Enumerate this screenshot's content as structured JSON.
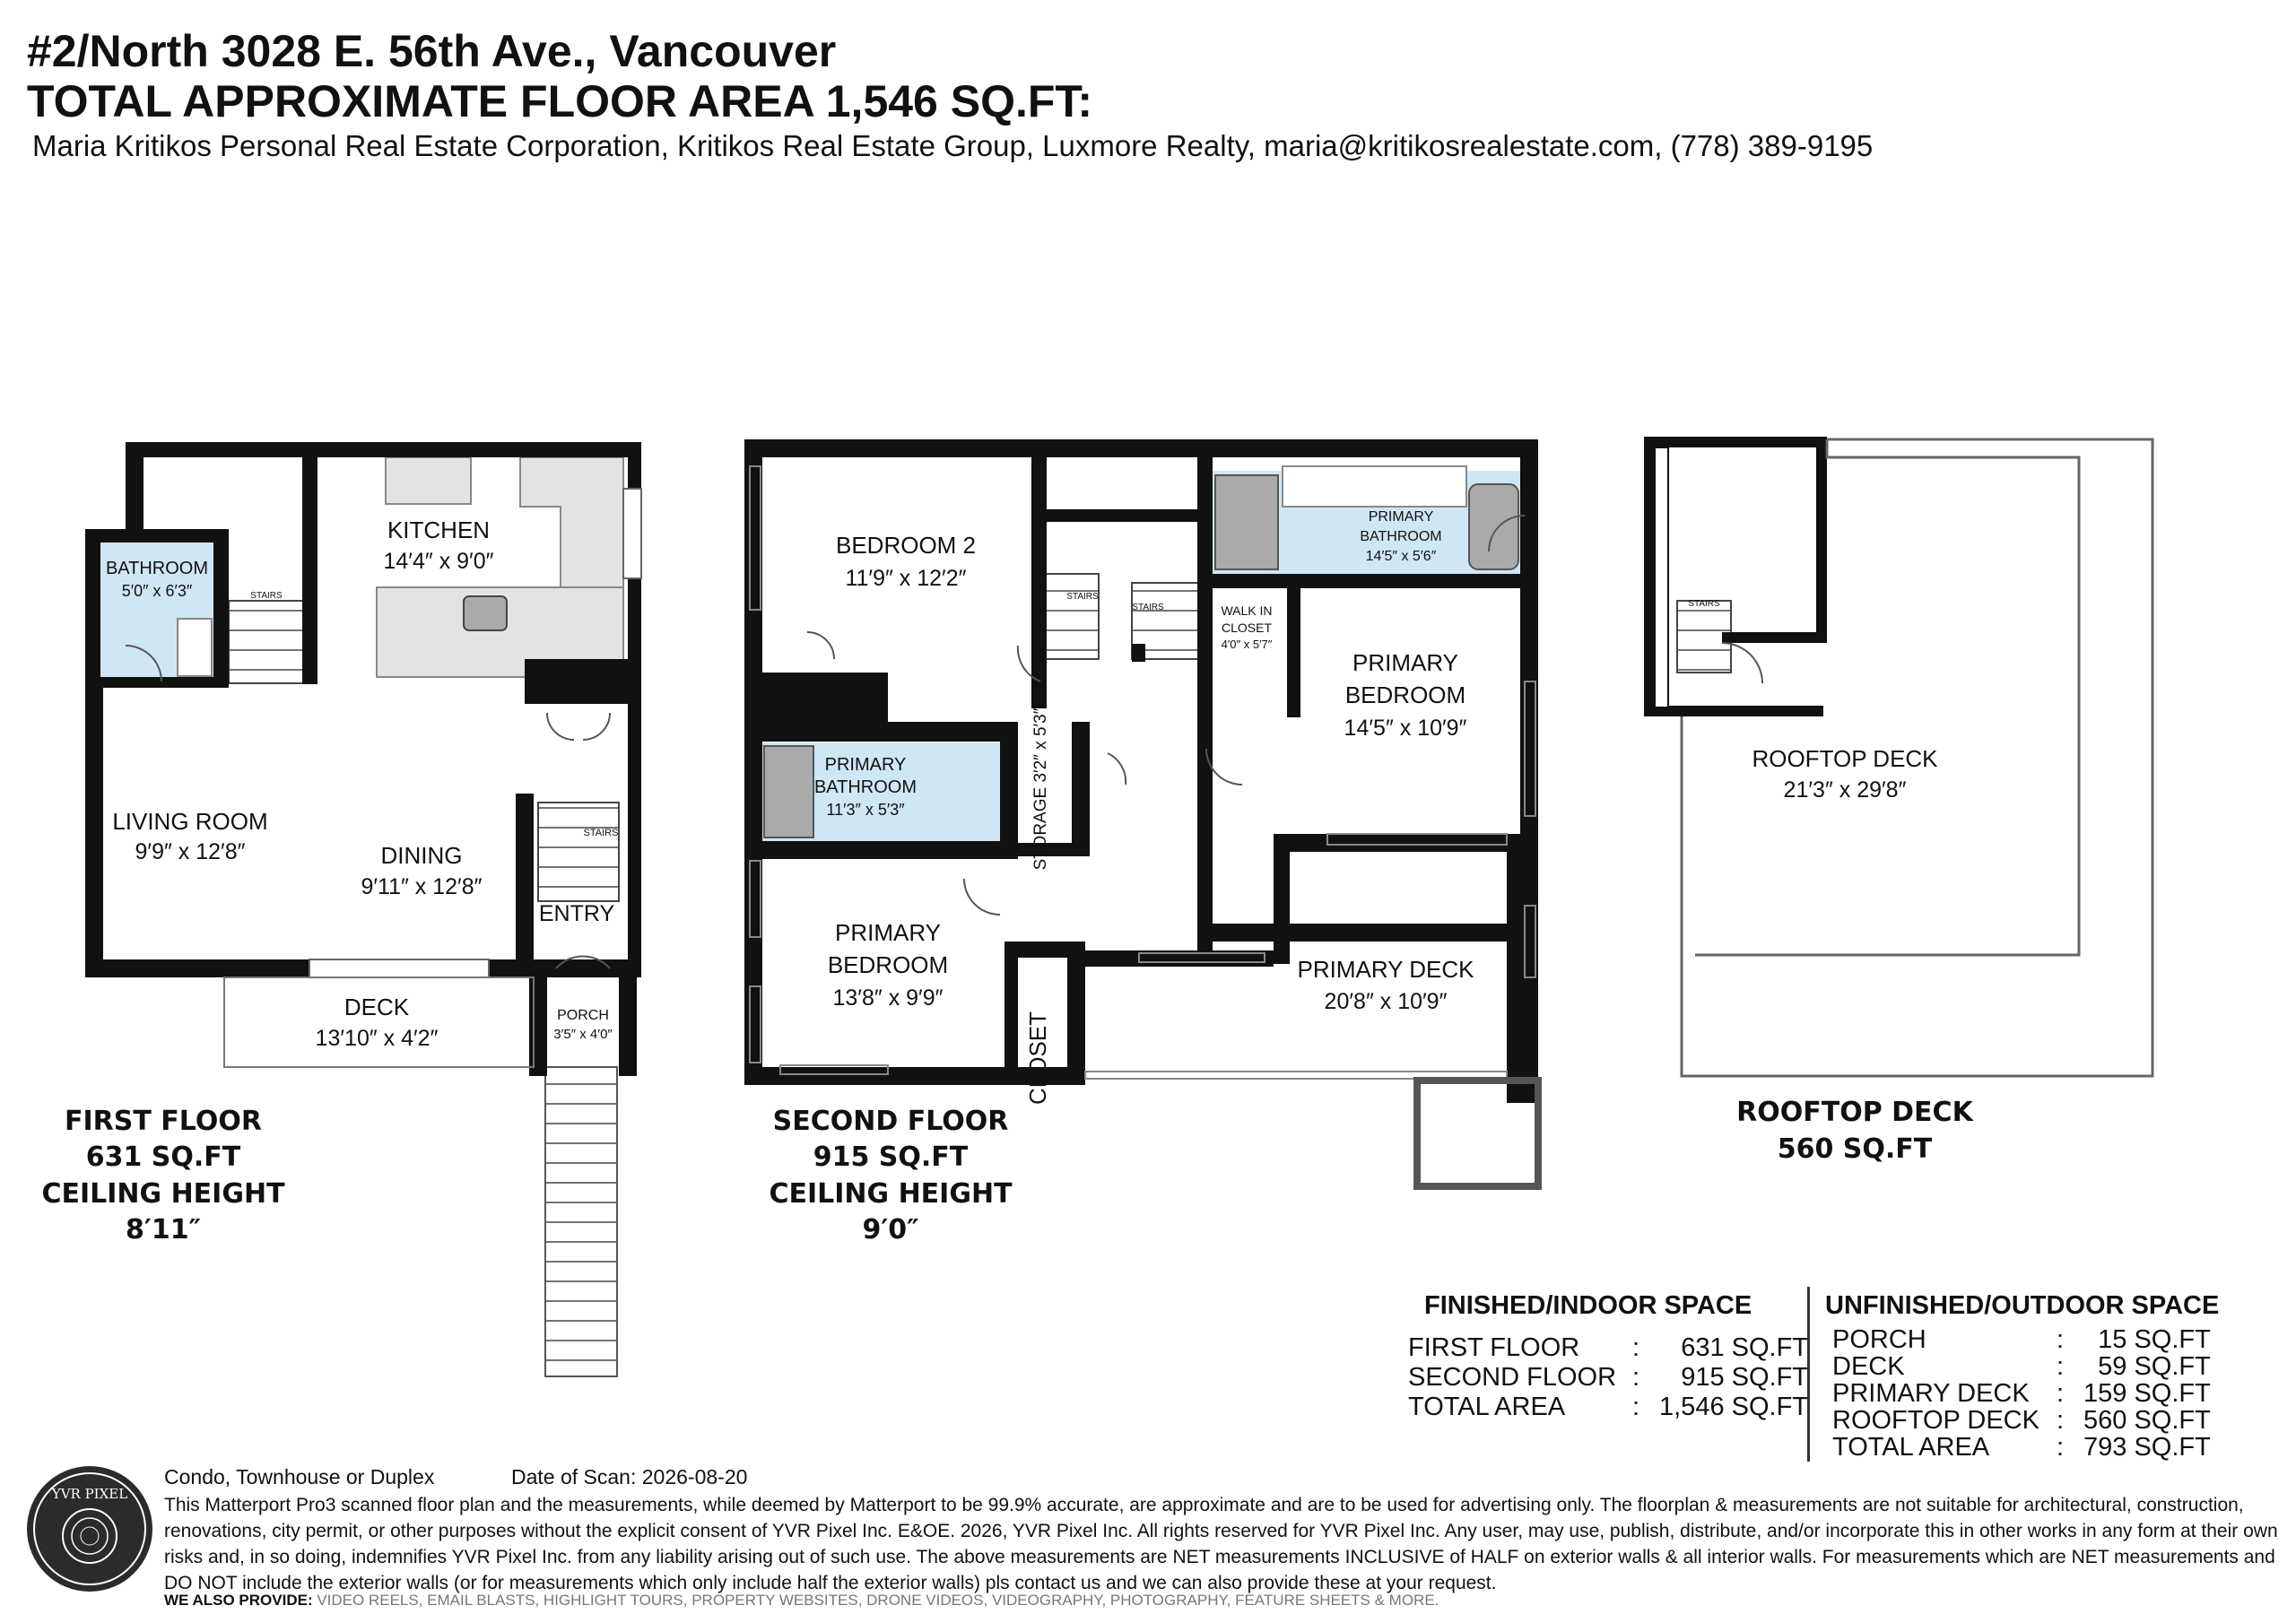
{
  "header": {
    "address": "#2/North 3028 E. 56th Ave., Vancouver",
    "total_area": "TOTAL APPROXIMATE FLOOR AREA 1,546 SQ.FT:",
    "agent": "Maria Kritikos Personal Real Estate Corporation, Kritikos Real Estate Group, Luxmore Realty, maria@kritikosrealestate.com, (778) 389-9195"
  },
  "rooms": {
    "bathroom1": {
      "name": "BATHROOM",
      "dim": "5′0″ x 6′3″"
    },
    "kitchen": {
      "name": "KITCHEN",
      "dim": "14′4″ x 9′0″"
    },
    "closet1": {
      "name": "CLOSET"
    },
    "living": {
      "name": "LIVING ROOM",
      "dim": "9′9″ x 12′8″"
    },
    "dining": {
      "name": "DINING",
      "dim": "9′11″ x 12′8″"
    },
    "entry": {
      "name": "ENTRY"
    },
    "deck1": {
      "name": "DECK",
      "dim": "13′10″ x 4′2″"
    },
    "porch": {
      "name": "PORCH",
      "dim": "3′5″ x 4′0″"
    },
    "bedroom2": {
      "name": "BEDROOM 2",
      "dim": "11′9″ x 12′2″"
    },
    "closet2": {
      "name": "CLOSET"
    },
    "pbath_small": {
      "name1": "PRIMARY",
      "name2": "BATHROOM",
      "dim": "11′3″ x 5′3″"
    },
    "storage": {
      "name": "STORAGE 3′2″ x 5′3″"
    },
    "primary_bedroom_a": {
      "name1": "PRIMARY",
      "name2": "BEDROOM",
      "dim": "13′8″ x 9′9″"
    },
    "closet3": {
      "name": "CLOSET"
    },
    "pbath_large": {
      "name1": "PRIMARY",
      "name2": "BATHROOM",
      "dim": "14′5″ x 5′6″"
    },
    "walkin": {
      "name1": "WALK IN",
      "name2": "CLOSET",
      "dim": "4′0″ x 5′7″"
    },
    "primary_bedroom_b": {
      "name1": "PRIMARY",
      "name2": "BEDROOM",
      "dim": "14′5″ x 10′9″"
    },
    "primary_deck": {
      "name": "PRIMARY DECK",
      "dim": "20′8″ x 10′9″"
    },
    "rooftop_deck": {
      "name": "ROOFTOP DECK",
      "dim": "21′3″ x 29′8″"
    },
    "stairs": "STAIRS"
  },
  "floors": {
    "first": {
      "l1": "FIRST FLOOR",
      "l2": "631 SQ.FT",
      "l3": "CEILING HEIGHT",
      "l4": "8′11″"
    },
    "second": {
      "l1": "SECOND FLOOR",
      "l2": "915 SQ.FT",
      "l3": "CEILING HEIGHT",
      "l4": "9′0″"
    },
    "rooftop": {
      "l1": "ROOFTOP DECK",
      "l2": "560 SQ.FT"
    }
  },
  "finished": {
    "title": "FINISHED/INDOOR SPACE",
    "rows": [
      {
        "label": "FIRST FLOOR",
        "sep": ":",
        "value": "631 SQ.FT"
      },
      {
        "label": "SECOND FLOOR",
        "sep": ":",
        "value": "915 SQ.FT"
      },
      {
        "label": "TOTAL AREA",
        "sep": ":",
        "value": "1,546 SQ.FT"
      }
    ]
  },
  "unfinished": {
    "title": "UNFINISHED/OUTDOOR SPACE",
    "rows": [
      {
        "label": "PORCH",
        "sep": ":",
        "value": "15 SQ.FT"
      },
      {
        "label": "DECK",
        "sep": ":",
        "value": "59 SQ.FT"
      },
      {
        "label": "PRIMARY DECK",
        "sep": ":",
        "value": "159 SQ.FT"
      },
      {
        "label": "ROOFTOP DECK",
        "sep": ":",
        "value": "560 SQ.FT"
      },
      {
        "label": "TOTAL AREA",
        "sep": ":",
        "value": "793 SQ.FT"
      }
    ]
  },
  "footer": {
    "type": "Condo, Townhouse or Duplex",
    "scan_date": "Date of Scan: 2026-08-20",
    "disclaimer": "This Matterport Pro3 scanned floor plan and the measurements, while deemed by Matterport to be 99.9% accurate, are approximate and are to be used for advertising only. The floorplan & measurements are not suitable for architectural, construction, renovations, city permit, or other purposes without the explicit consent of YVR Pixel Inc. E&OE. 2026, YVR Pixel Inc. All rights reserved for YVR Pixel Inc. Any user, may use, publish, distribute, and/or incorporate this in other works in any form at their own risks and, in so doing, indemnifies YVR Pixel Inc. from any liability arising out of such use. The above measurements are NET measurements INCLUSIVE of HALF on exterior walls & all interior walls. For measurements which are NET measurements and DO NOT include the exterior walls (or for measurements which only include half the exterior walls) pls contact us and we can also provide these at your request.",
    "provide_label": "WE ALSO PROVIDE:",
    "provide_list": "VIDEO REELS, EMAIL BLASTS, HIGHLIGHT TOURS, PROPERTY WEBSITES, DRONE VIDEOS, VIDEOGRAPHY, PHOTOGRAPHY, FEATURE SHEETS & MORE.",
    "logo_text": "YVR PIXEL"
  },
  "colors": {
    "wall": "#111111",
    "bath": "#cfe6f5",
    "counter": "#e3e3e3",
    "line": "#555555"
  }
}
